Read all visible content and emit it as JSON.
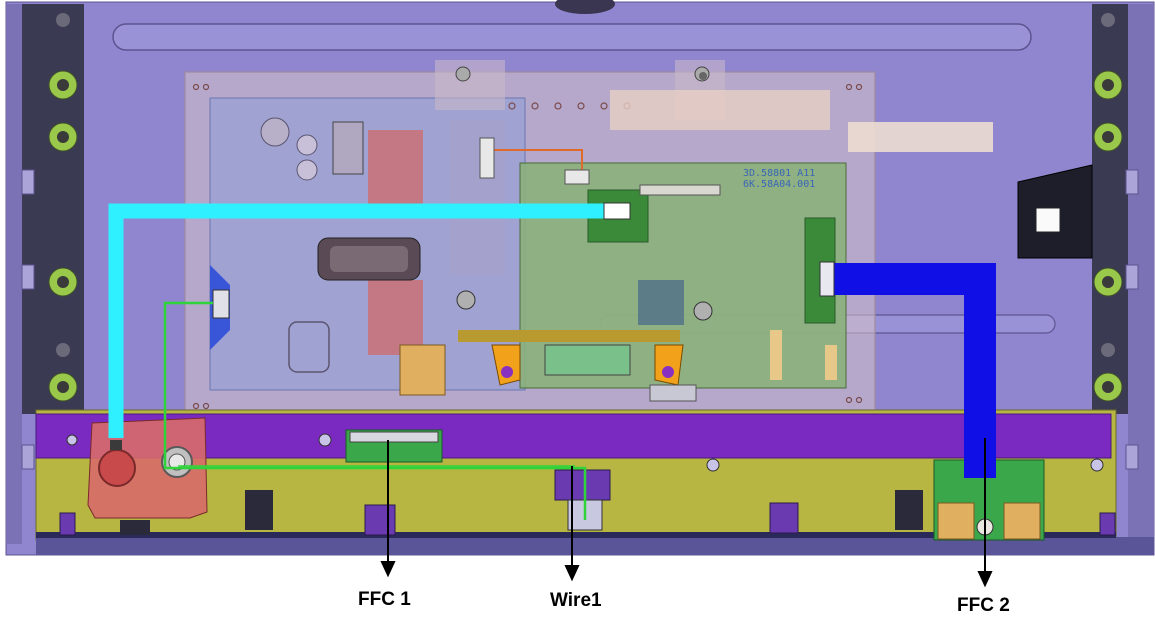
{
  "labels": {
    "ffc1": "FFC 1",
    "wire1": "Wire1",
    "ffc2": "FFC 2"
  },
  "board_text": {
    "line1": "3D.58801 A11",
    "line2": "6K.58A04.001"
  },
  "colors": {
    "panel": "#8f86cf",
    "panel_dark": "#3a3a50",
    "power_board": "#c7b6ca",
    "main_board": "#8ab07a",
    "bottom_bar": "#b8b642",
    "purple_strip": "#7a2ac0",
    "ffc1_cable": "#2ff0ff",
    "ffc2_cable": "#1010e6",
    "wire1": "#2fd43a",
    "orange_wire": "#e06a2a",
    "speaker": "#d86a6a",
    "bracket_orange": "#f2a21a"
  }
}
